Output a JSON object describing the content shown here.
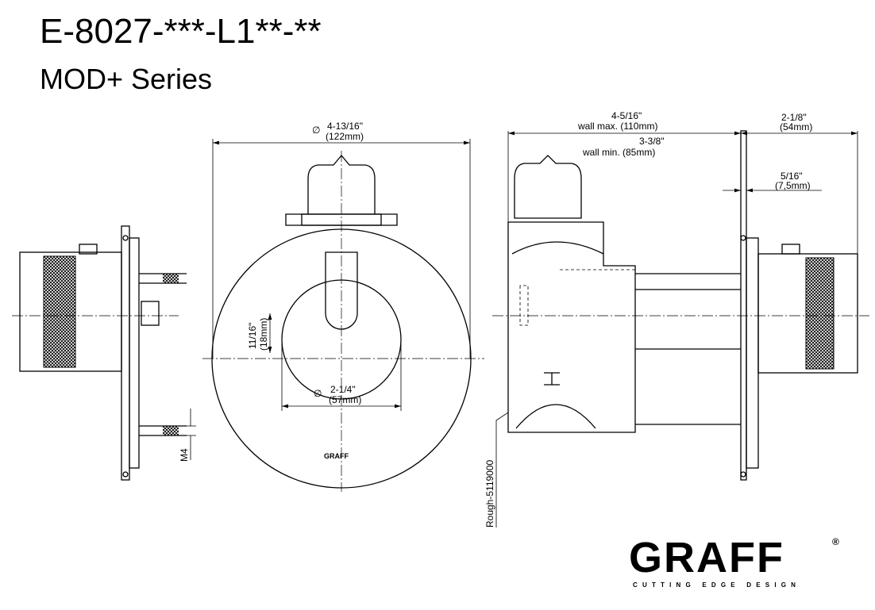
{
  "header": {
    "title": "E-8027-***-L1**-**",
    "subtitle": "MOD+ Series"
  },
  "dimensions": {
    "diameter_outer": {
      "symbol": "∅",
      "imperial": "4-13/16\"",
      "metric": "(122mm)"
    },
    "diameter_handle": {
      "symbol": "∅",
      "imperial": "2-1/4\"",
      "metric": "(57mm)"
    },
    "handle_height": {
      "imperial": "11/16\"",
      "metric": "(18mm)"
    },
    "wall_max": {
      "imperial": "4-5/16\"",
      "metric": "wall max. (110mm)"
    },
    "wall_min": {
      "imperial": "3-3/8\"",
      "metric": "wall min. (85mm)"
    },
    "trim_depth": {
      "imperial": "2-1/8\"",
      "metric": "(54mm)"
    },
    "plate_thickness": {
      "imperial": "5/16\"",
      "metric": "(7,5mm)"
    },
    "thread": "M4",
    "rough": "Rough-5119000"
  },
  "plate_mark": "GRAFF",
  "brand": {
    "name": "GRAFF",
    "tagline": "CUTTING EDGE DESIGN",
    "registered": "®"
  }
}
